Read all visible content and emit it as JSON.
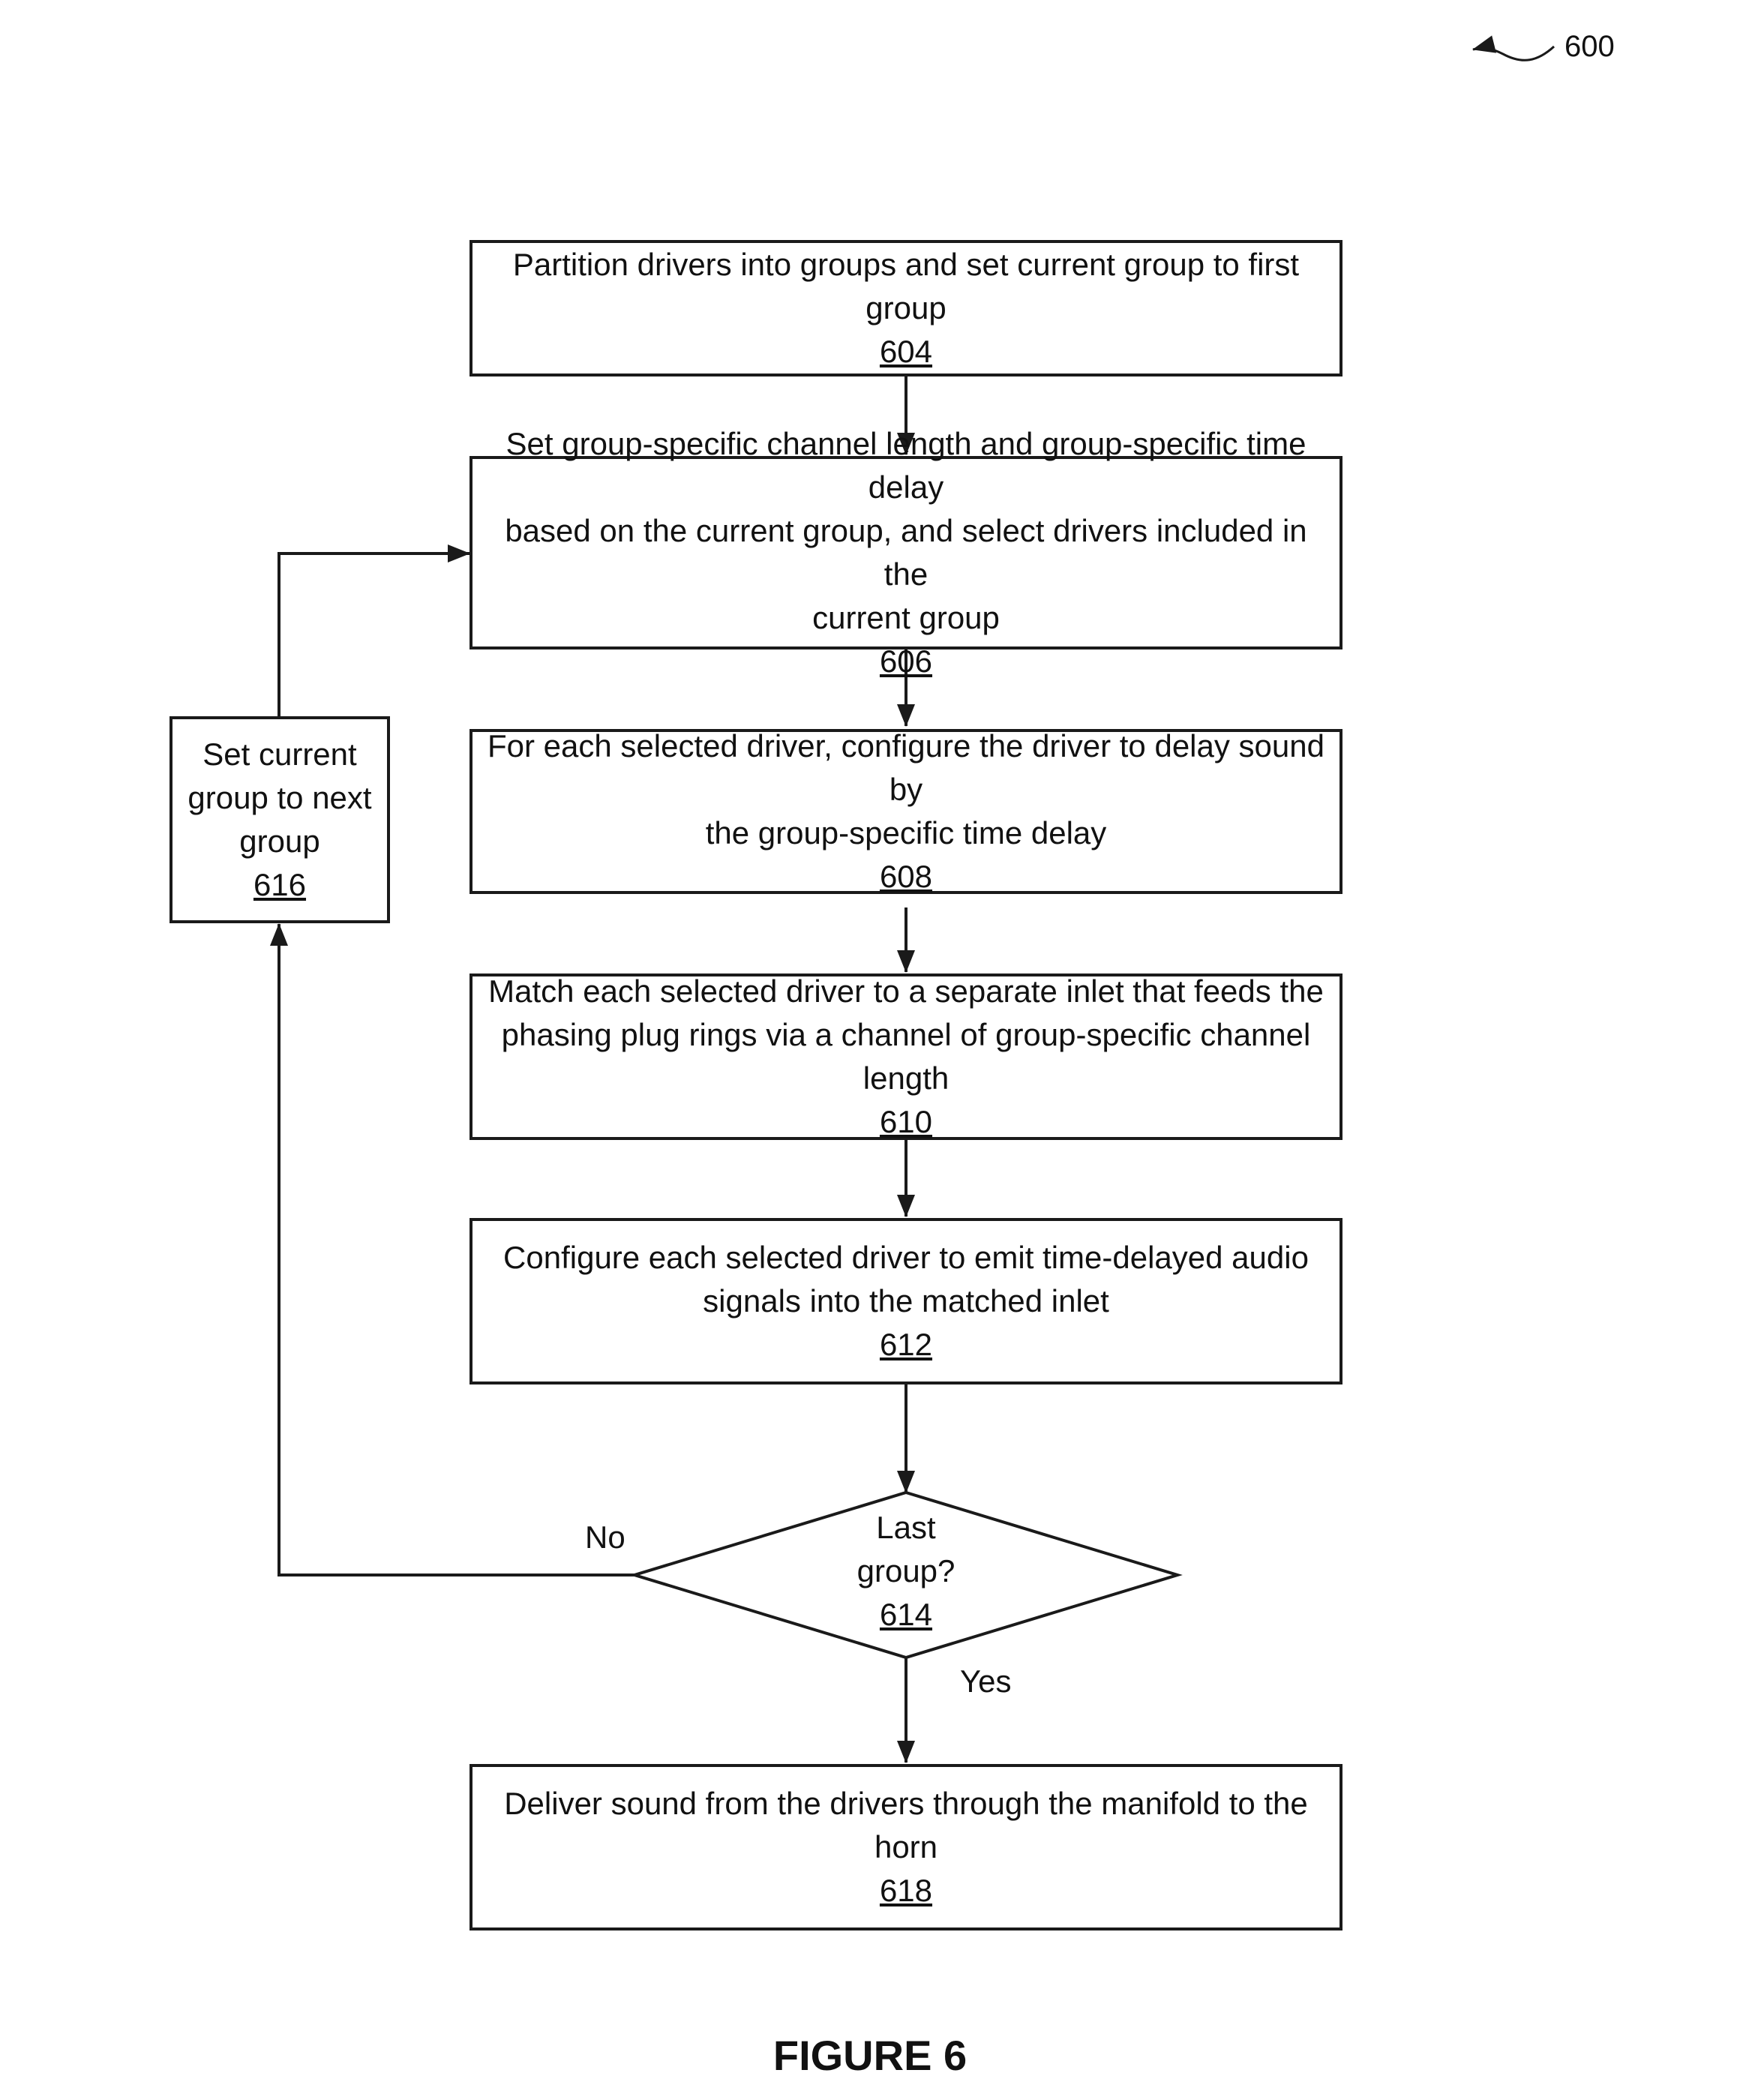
{
  "figure_ref": "600",
  "steps": {
    "s604": {
      "text": "Partition drivers into groups and set current group to first group",
      "num": "604"
    },
    "s606": {
      "text": "Set group-specific channel length and group-specific time delay\nbased on the current group, and select drivers included in the\ncurrent group",
      "num": "606"
    },
    "s608": {
      "text": "For each selected driver, configure the driver to delay sound by\nthe group-specific time delay",
      "num": "608"
    },
    "s610": {
      "text": "Match each selected driver to a separate inlet that feeds the\nphasing plug rings via a channel of group-specific channel length",
      "num": "610"
    },
    "s612": {
      "text": "Configure each selected driver to emit time-delayed audio\nsignals into the matched inlet",
      "num": "612"
    },
    "s614": {
      "text": "Last\ngroup?",
      "num": "614"
    },
    "s616": {
      "text": "Set current\ngroup to next\ngroup",
      "num": "616"
    },
    "s618": {
      "text": "Deliver sound from the drivers through the manifold to the horn",
      "num": "618"
    }
  },
  "labels": {
    "no": "No",
    "yes": "Yes"
  },
  "caption": "FIGURE 6"
}
